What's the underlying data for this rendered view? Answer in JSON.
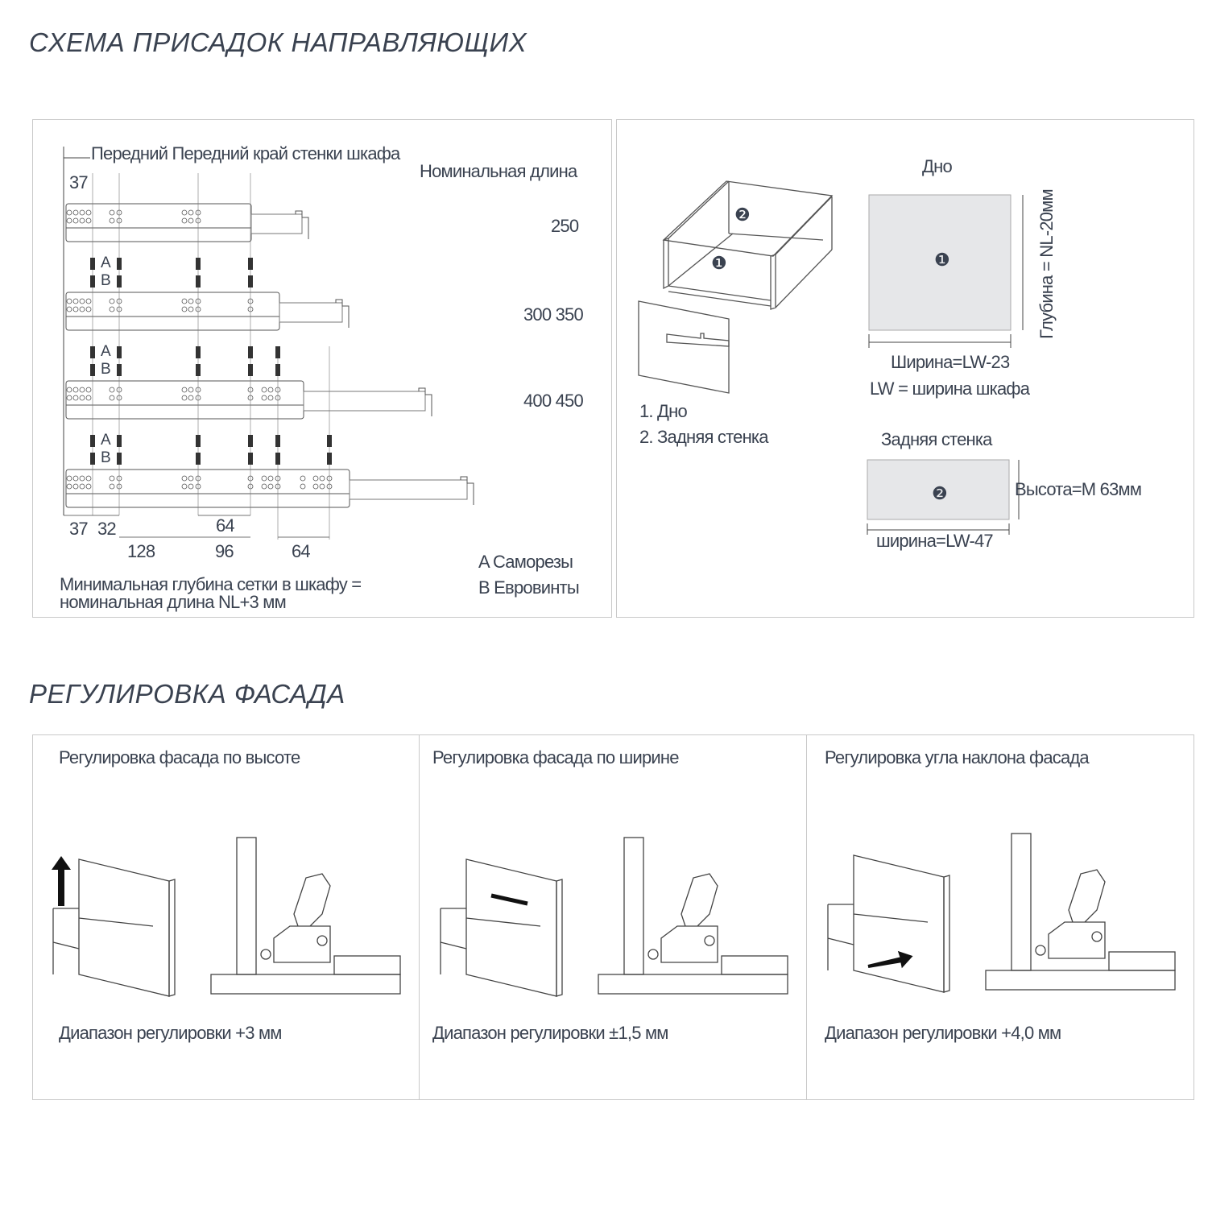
{
  "section1": {
    "title": "СХЕМА ПРИСАДОК НАПРАВЛЯЮЩИХ",
    "left_panel": {
      "front_edge_label": "Передний Передний край стенки шкафа",
      "nominal_length_label": "Номинальная длина",
      "offset_top": "37",
      "lengths": [
        "250",
        "300 350",
        "400 450"
      ],
      "screw_labels": [
        "A",
        "B"
      ],
      "dims_bottom": [
        "37",
        "32",
        "64",
        "128",
        "96",
        "64"
      ],
      "min_depth_line1": "Минимальная глубина сетки в шкафу =",
      "min_depth_line2": "номинальная длина NL+3 мм",
      "legend_a": "A Саморезы",
      "legend_b": "B Евровинты"
    },
    "right_panel": {
      "bottom_title": "Дно",
      "depth_label": "Глубина = NL-20мм",
      "width_label": "Ширина=LW-23",
      "lw_label": "LW = ширина шкафа",
      "parts": [
        "1. Дно",
        "2. Задняя стенка"
      ],
      "back_title": "Задняя стенка",
      "height_label": "Высота=M 63мм",
      "back_width_label": "ширина=LW-47",
      "marker_1": "❶",
      "marker_2": "❷"
    }
  },
  "section2": {
    "title": "РЕГУЛИРОВКА ФАСАДА",
    "panels": [
      {
        "title": "Регулировка фасада по высоте",
        "range": "Диапазон регулировки +3 мм"
      },
      {
        "title": "Регулировка фасада по ширине",
        "range": "Диапазон регулировки ±1,5 мм"
      },
      {
        "title": "Регулировка угла наклона фасада",
        "range": "Диапазон регулировки +4,0 мм"
      }
    ]
  },
  "colors": {
    "text": "#3a4250",
    "border": "#c9c9c9",
    "panel_fill": "#e6e7e9"
  }
}
